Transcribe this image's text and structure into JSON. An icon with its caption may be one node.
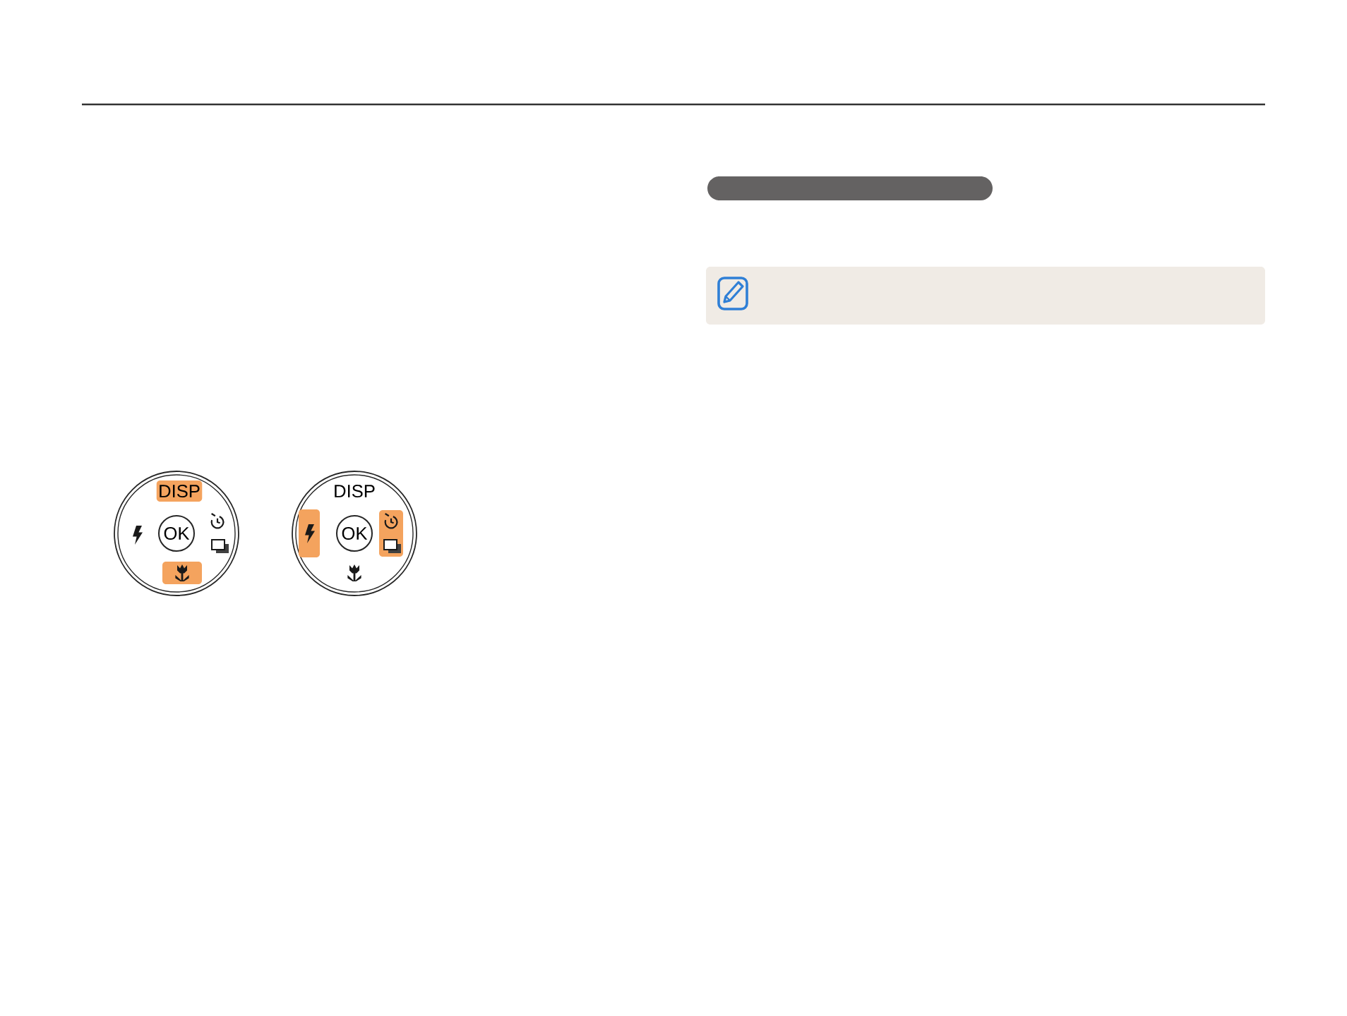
{
  "diagram": {
    "nodes": [
      {
        "text": [],
        "shape": "circle"
      },
      {
        "text": [
          "DISP"
        ],
        "in": 0
      },
      {
        "text": [
          "OK"
        ],
        "in": 0
      },
      {
        "text": [],
        "shape": "box",
        "in": 0
      },
      {
        "text": [
          "DISP"
        ]
      },
      {
        "text": [],
        "shape": "box",
        "in": 4
      },
      {
        "text": [
          "OK"
        ],
        "in": 4
      },
      {
        "text": [],
        "shape": "box",
        "in": 4
      },
      {
        "text": [],
        "shape": "bar"
      }
    ]
  }
}
